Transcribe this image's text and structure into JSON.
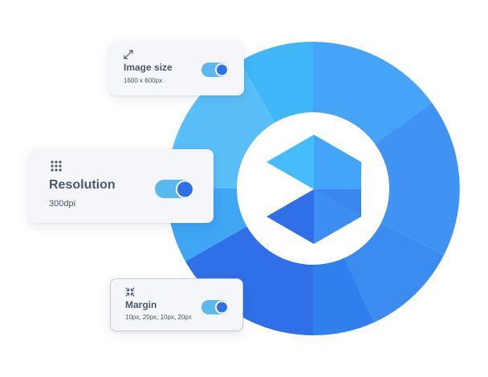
{
  "colors": {
    "wheel_top_left": "#3fb6f7",
    "wheel_top_right": "#45a4f7",
    "wheel_right_upper": "#3f93f2",
    "wheel_right_lower": "#3a8cf0",
    "wheel_bottom_right": "#2f80ec",
    "wheel_bottom_left": "#2f6fe8",
    "wheel_left_lower": "#3fa5f5",
    "wheel_left_upper": "#5abff8",
    "card_bg": "#f4f6f9",
    "text": "#4b5868",
    "toggle_track": "#5ab9ee",
    "toggle_knob": "#2f6fe8"
  },
  "cards": {
    "image_size": {
      "icon": "expand-arrows-icon",
      "title": "Image size",
      "value": "1600 x 600px",
      "toggle_on": true
    },
    "resolution": {
      "icon": "dot-grid-icon",
      "title": "Resolution",
      "value": "300dpi",
      "toggle_on": true
    },
    "margin": {
      "icon": "collapse-arrows-icon",
      "title": "Margin",
      "value": "10px, 20px, 10px, 20px",
      "toggle_on": true
    }
  },
  "logo": {
    "icon": "play-cube-logo-icon"
  }
}
